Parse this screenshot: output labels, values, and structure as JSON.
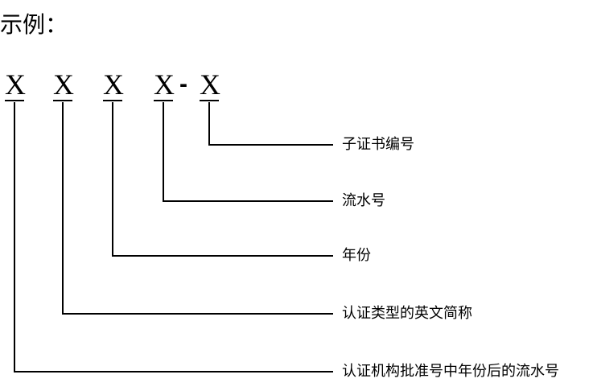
{
  "title": "示例：",
  "code": {
    "segments": [
      "X",
      "X",
      "X",
      "X",
      "X"
    ],
    "separator": "-"
  },
  "labels": [
    "子证书编号",
    "流水号",
    "年份",
    "认证类型的英文简称",
    "认证机构批准号中年份后的流水号"
  ],
  "line_color": "#000000"
}
